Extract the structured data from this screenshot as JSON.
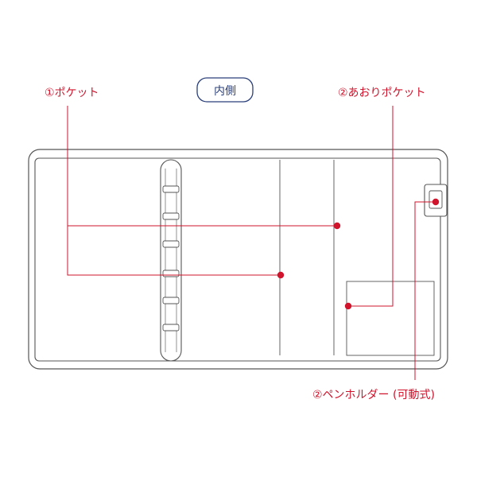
{
  "title": "内側",
  "labels": {
    "pocket": "①ポケット",
    "flap_pocket": "②あおりポケット",
    "pen_holder": "②ペンホルダー (可動式)"
  },
  "colors": {
    "annotation": "#d0142c",
    "title_border": "#2a3f7a",
    "outline": "#555555"
  }
}
